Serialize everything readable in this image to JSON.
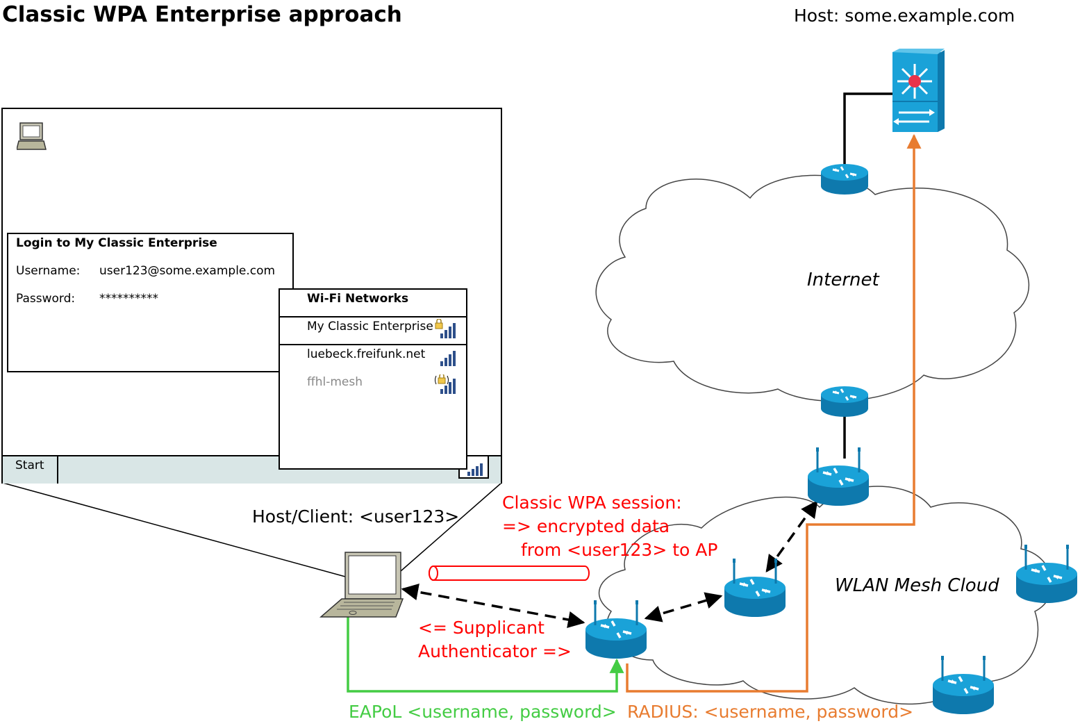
{
  "title": "Classic WPA Enterprise approach",
  "host_label": "Host: some.example.com",
  "client_label": "Host/Client: <user123>",
  "internet_label": "Internet",
  "mesh_label": "WLAN Mesh Cloud",
  "session_note": {
    "line1": "Classic WPA session:",
    "line2": "=> encrypted data",
    "line3": "from <user123> to AP"
  },
  "roles_note": {
    "line1": "<= Supplicant",
    "line2": "Authenticator =>"
  },
  "eapol_label": "EAPoL <username, password>",
  "radius_label": "RADIUS: <username, password>",
  "screen": {
    "taskbar": {
      "start_label": "Start"
    },
    "login_dialog": {
      "title": "Login to My Classic Enterprise",
      "username_label": "Username:",
      "username_value": "user123@some.example.com",
      "password_label": "Password:",
      "password_value": "**********"
    },
    "wifi_panel": {
      "title": "Wi-Fi Networks",
      "networks": [
        {
          "name": "My Classic Enterprise",
          "locked": true
        },
        {
          "name": "luebeck.freifunk.net",
          "locked": false
        },
        {
          "name": "ffhl-mesh",
          "locked": true
        }
      ]
    }
  },
  "colors": {
    "eapol": "#44cc44",
    "radius": "#e87c30",
    "session": "#ff0000",
    "device": "#1aa2d8",
    "device_dark": "#0d6f9a",
    "taskbar": "#d9e6e6"
  },
  "icons": [
    "laptop-icon",
    "router-icon",
    "wireless-router-icon",
    "layer3-switch-icon",
    "wifi-signal-icon",
    "lock-icon",
    "cloud-icon"
  ]
}
